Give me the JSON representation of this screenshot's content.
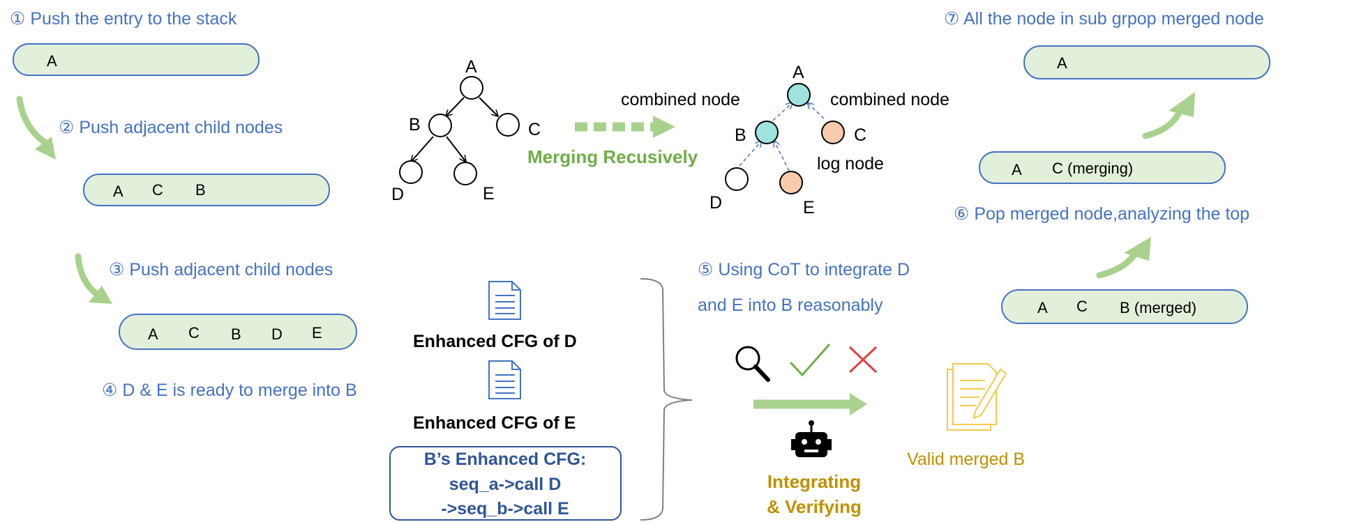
{
  "colors": {
    "step_text": "#4472C4",
    "pill_fill": "#E2EFDA",
    "pill_border": "#4472C4",
    "arrow_green": "#A9D18E",
    "merge_label_green": "#70AD47",
    "node_teal": "#9EE3DD",
    "node_orange": "#F8CBAD",
    "gold_text": "#BF9000",
    "cfg_box_text": "#2F5597"
  },
  "steps": {
    "s1": "① Push the entry to the stack",
    "s2": "② Push adjacent child nodes",
    "s3": "③ Push adjacent child nodes",
    "s4": "④ D & E is ready to merge into B",
    "s5_line1": "⑤ Using CoT to integrate D",
    "s5_line2": "and E into B reasonably",
    "s6": "⑥ Pop merged node,analyzing the top",
    "s7": "⑦ All the node in sub grpop merged node"
  },
  "stacks": {
    "stack1": [
      "A"
    ],
    "stack2": [
      "A",
      "C",
      "B"
    ],
    "stack3": [
      "A",
      "C",
      "B",
      "D",
      "E"
    ],
    "stack_merged": [
      "A",
      "C",
      "B (merged)"
    ],
    "stack_merging": [
      "A",
      "C (merging)"
    ],
    "stack_final": [
      "A"
    ]
  },
  "tree_left": {
    "nodes": [
      "A",
      "B",
      "C",
      "D",
      "E"
    ]
  },
  "tree_right": {
    "nodes": [
      "A",
      "B",
      "C",
      "D",
      "E"
    ],
    "combined_label_left": "combined node",
    "combined_label_right": "combined node",
    "log_label": "log node"
  },
  "merge_label": "Merging Recusively",
  "docs": {
    "cfg_d": "Enhanced CFG of D",
    "cfg_e": "Enhanced CFG of E"
  },
  "cfg_box": {
    "line1": "B’s Enhanced CFG:",
    "line2": "seq_a->call D",
    "line3": "->seq_b->call E"
  },
  "process": {
    "line1": "Integrating",
    "line2": "& Verifying"
  },
  "result_label": "Valid merged B",
  "icons": [
    "magnifier-icon",
    "check-icon",
    "cross-icon",
    "robot-icon",
    "document-icon",
    "edit-document-icon"
  ]
}
